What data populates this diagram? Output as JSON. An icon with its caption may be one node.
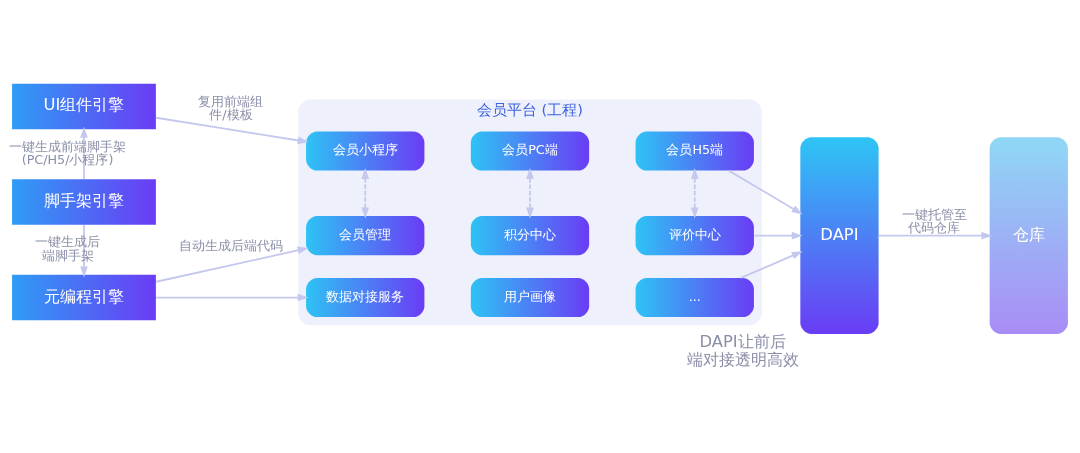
{
  "diagram": {
    "nodes": [
      {
        "text": [
          "UI组件引擎"
        ]
      },
      {
        "text": [
          "脚手架引擎"
        ]
      },
      {
        "text": [
          "元编程引擎"
        ]
      },
      {
        "text": [
          "会员平台 (工程)"
        ]
      },
      {
        "text": [
          "会员小程序"
        ],
        "in": 3
      },
      {
        "text": [
          "会员PC端"
        ],
        "in": 3
      },
      {
        "text": [
          "会员H5端"
        ],
        "in": 3
      },
      {
        "text": [
          "会员管理"
        ],
        "in": 3
      },
      {
        "text": [
          "积分中心"
        ],
        "in": 3
      },
      {
        "text": [
          "评价中心"
        ],
        "in": 3
      },
      {
        "text": [
          "数据对接服务"
        ],
        "in": 3
      },
      {
        "text": [
          "用户画像"
        ],
        "in": 3
      },
      {
        "text": [
          "..."
        ],
        "in": 3
      },
      {
        "text": [
          "DAPI"
        ],
        "beside": [
          "DAPI让前后端对接透明高效"
        ]
      },
      {
        "text": [
          "仓库"
        ]
      }
    ],
    "edges": [
      {
        "from": 1,
        "to": 0,
        "arrow": "to",
        "label": "一键生成前端脚手架 (PC/H5/小程序)"
      },
      {
        "from": 1,
        "to": 2,
        "arrow": "to",
        "label": "一键生成后端脚手架"
      },
      {
        "from": 0,
        "to": 4,
        "arrow": "to",
        "label": "复用前端组件/模板"
      },
      {
        "from": 2,
        "to": 7,
        "arrow": "to",
        "label": "自动生成后端代码"
      },
      {
        "from": 2,
        "to": 10,
        "arrow": "to"
      },
      {
        "from": 4,
        "to": 7,
        "arrow": "both",
        "style": "dashed"
      },
      {
        "from": 5,
        "to": 8,
        "arrow": "both",
        "style": "dashed"
      },
      {
        "from": 6,
        "to": 9,
        "arrow": "both",
        "style": "dashed"
      },
      {
        "from": 6,
        "to": 13,
        "arrow": "to"
      },
      {
        "from": 9,
        "to": 13,
        "arrow": "to"
      },
      {
        "from": 12,
        "to": 13,
        "arrow": "to"
      },
      {
        "from": 13,
        "to": 14,
        "arrow": "to",
        "label": "一键托管至代码仓库"
      }
    ]
  }
}
